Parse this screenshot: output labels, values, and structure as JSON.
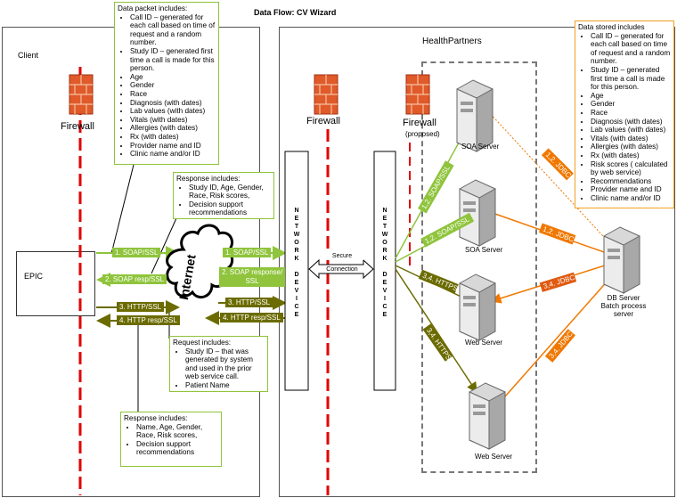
{
  "title": "Data Flow: CV Wizard",
  "client": {
    "label": "Client",
    "epic": "EPIC"
  },
  "healthpartners": {
    "label": "HealthPartners"
  },
  "firewalls": {
    "client": "Firewall",
    "hp": "Firewall",
    "hp2_line1": "Firewall",
    "hp2_line2": "(proposed)"
  },
  "internet": "Internet",
  "network_device": [
    "N",
    "E",
    "T",
    "W",
    "O",
    "R",
    "K",
    "",
    "D",
    "E",
    "V",
    "I",
    "C",
    "E"
  ],
  "secure_connection": [
    "Secure",
    "Connection"
  ],
  "servers": {
    "soa1": "SOA Server",
    "soa2": "SOA Server",
    "web1": "Web Server",
    "web2": "Web Server",
    "db_line1": "DB Server",
    "db_line2": "Batch process",
    "db_line3": "server"
  },
  "packet_note": {
    "heading": "Data packet includes:",
    "items": [
      "Call ID – generated for each call based on time of request and a random number.",
      "Study ID – generated first time a call is made for this person.",
      "Age",
      "Gender",
      "Race",
      "Diagnosis (with dates)",
      "Lab values (with dates)",
      "Vitals (with dates)",
      "Allergies (with dates)",
      "Rx (with dates)",
      "Provider name and ID",
      "Clinic name and/or ID"
    ]
  },
  "stored_note": {
    "heading": "Data stored includes",
    "items": [
      "Call ID – generated for each call based on time of request and a random number.",
      "Study ID – generated first time a call is made for this person.",
      "Age",
      "Gender",
      "Race",
      "Diagnosis (with dates)",
      "Lab values (with dates)",
      "Vitals (with dates)",
      "Allergies (with dates)",
      "Rx (with dates)",
      "Risk scores ( calculated by web service)",
      "Recommendations",
      "Provider name and ID",
      "Clinic name and/or ID"
    ]
  },
  "response_note": {
    "heading": "Response includes:",
    "items": [
      "Study ID, Age, Gender, Race, Risk scores,",
      "Decision support recommendations"
    ]
  },
  "request_note": {
    "heading": "Request includes:",
    "items": [
      "Study ID – that was generated by system and used in the prior web service call.",
      "Patient Name"
    ]
  },
  "response2_note": {
    "heading": "Response includes:",
    "items": [
      "Name, Age, Gender, Race, Risk scores,",
      "Decision support recommendations"
    ]
  },
  "flows": {
    "soap_ssl_1": "1. SOAP/SSL",
    "soap_ssl_1b": "1. SOAP/SSL",
    "soap_resp_2": "2. SOAP resp/SSL",
    "soap_resp_2b_l1": "2. SOAP response/",
    "soap_resp_2b_l2": "SSL",
    "http_3": "3. HTTP/SSL",
    "http_3b": "3. HTTP/SSL",
    "http_resp_4": "4. HTTP resp/SSL",
    "http_resp_4b": "4. HTTP resp/SSL",
    "soap_12a": "1,2. SOAP/SSL",
    "soap_12b": "1,2. SOAP/SSL",
    "https_34a": "3,4. HTTPS",
    "https_34b": "3,4. HTTPS",
    "jdbc_12a": "1,2. JDBC",
    "jdbc_12b": "1,2. JDBC",
    "jdbc_34a": "3,4. JDBC",
    "jdbc_34b": "3,4. JDBC"
  },
  "colors": {
    "green": "#8fc43c",
    "olive": "#6b6b00",
    "orange": "#f07800",
    "red_dash": "#e00000",
    "note_border_green": "#8fc43c",
    "note_border_orange": "#f0a020"
  }
}
